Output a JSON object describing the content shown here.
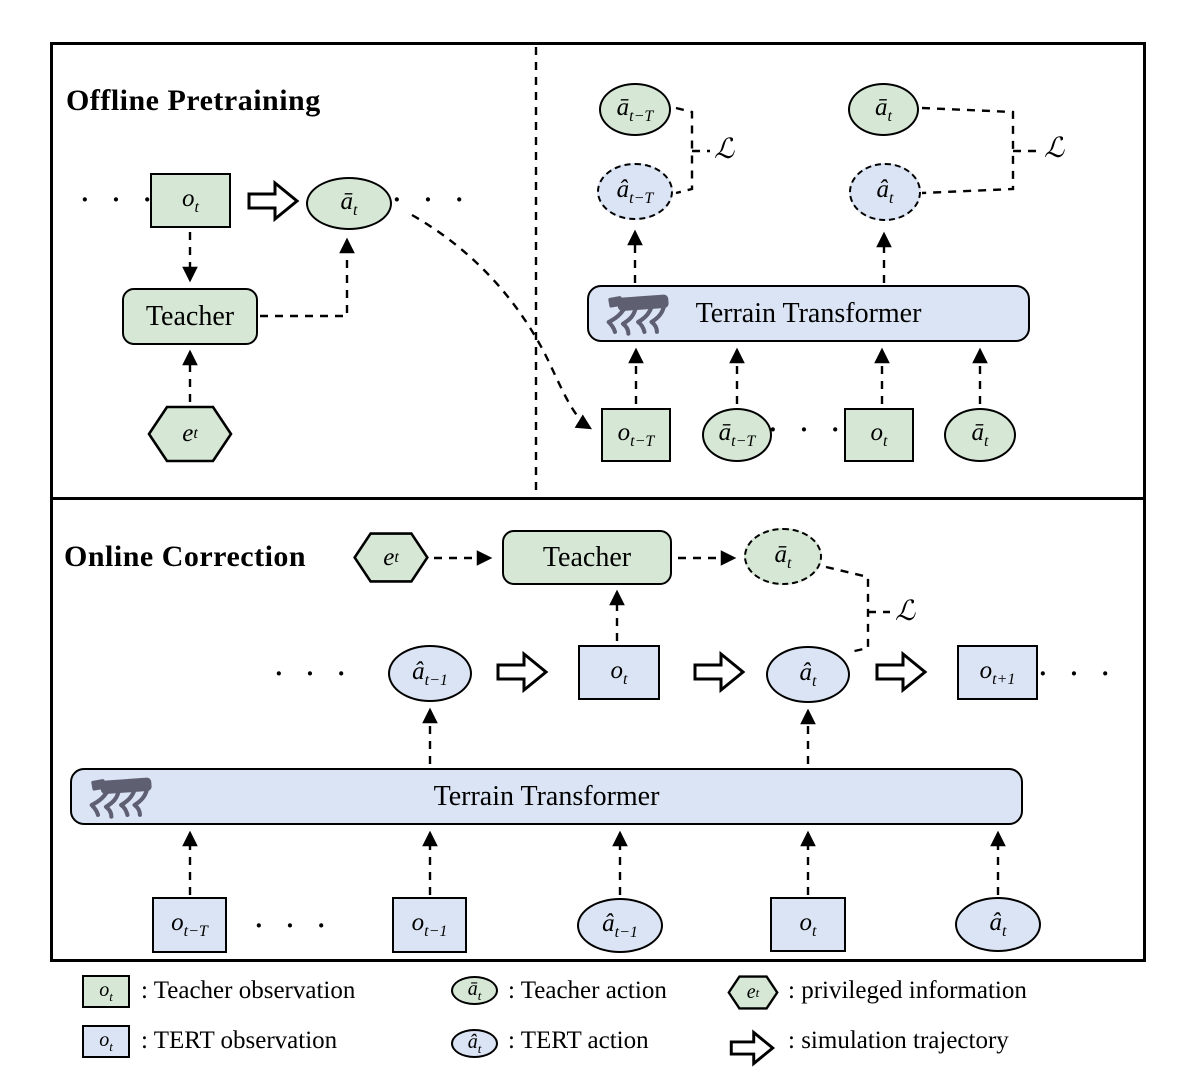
{
  "shared": {
    "dots": "· · ·",
    "loss": "ℒ"
  },
  "labels": {
    "o_t": {
      "main": "o",
      "sub": "t"
    },
    "o_tmT": {
      "main": "o",
      "sub": "t−T"
    },
    "o_tm1": {
      "main": "o",
      "sub": "t−1"
    },
    "o_tp1": {
      "main": "o",
      "sub": "t+1"
    },
    "abar_t": {
      "main": "ā",
      "sub": "t"
    },
    "abar_tmT": {
      "main": "ā",
      "sub": "t−T"
    },
    "ahat_t": {
      "main": "â",
      "sub": "t"
    },
    "ahat_tmT": {
      "main": "â",
      "sub": "t−T"
    },
    "ahat_tm1": {
      "main": "â",
      "sub": "t−1"
    },
    "e_t": {
      "main": "e",
      "sub": "t"
    }
  },
  "panels": {
    "offline": {
      "title": "Offline Pretraining",
      "teacher": "Teacher",
      "transformer": "Terrain Transformer"
    },
    "online": {
      "title": "Online Correction",
      "teacher": "Teacher",
      "transformer": "Terrain Transformer"
    }
  },
  "legend": {
    "items": [
      {
        "label": ": Teacher observation"
      },
      {
        "label": ": Teacher action"
      },
      {
        "label": ": privileged information"
      },
      {
        "label": ": TERT observation"
      },
      {
        "label": ": TERT action"
      },
      {
        "label": ": simulation trajectory"
      }
    ]
  },
  "colors": {
    "teacher_fill": "#d6e8d5",
    "tert_fill": "#dbe4f4",
    "outline": "#000000",
    "robot_icon": "#5f5f72"
  }
}
